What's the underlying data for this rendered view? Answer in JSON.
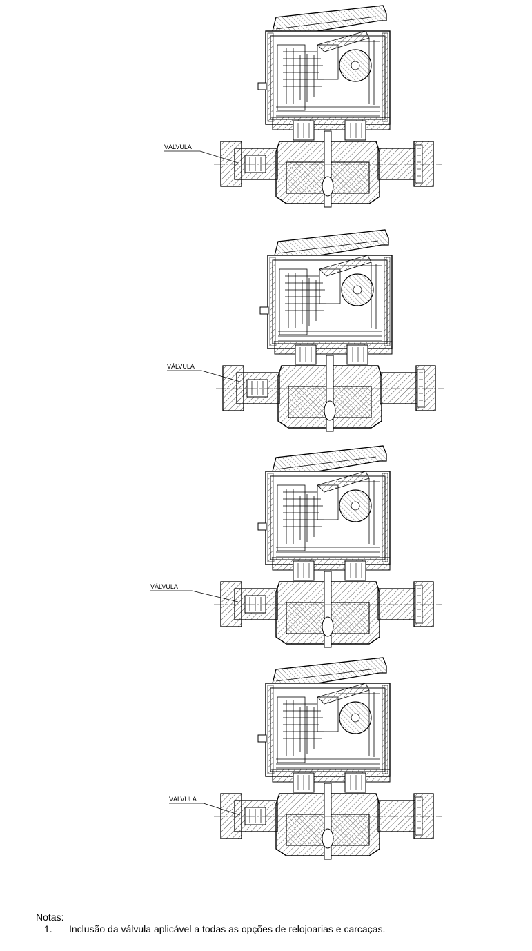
{
  "figures": [
    {
      "label": "VÁLVULA"
    },
    {
      "label": "VÁLVULA"
    },
    {
      "label": "VÁLVULA"
    },
    {
      "label": "VÁLVULA"
    }
  ],
  "notes": {
    "heading": "Notas:",
    "items": [
      {
        "number": "1.",
        "text": "Inclusão da válvula aplicável a todas as opções de relojoarias e carcaças."
      }
    ]
  }
}
